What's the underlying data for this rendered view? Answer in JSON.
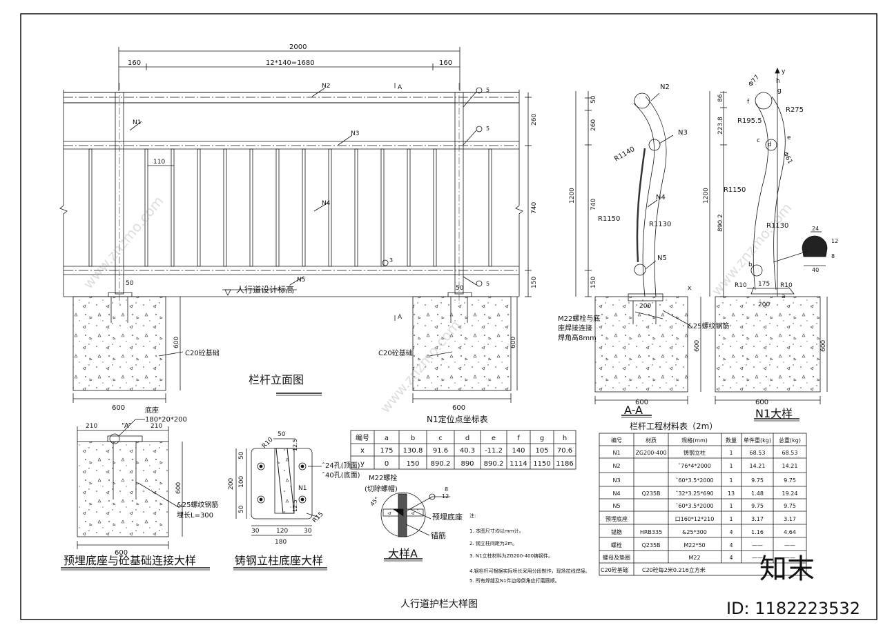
{
  "elevation": {
    "dims": {
      "total": "2000",
      "end_left": "160",
      "middle": "12*140=1680",
      "end_right": "160",
      "h260": "260",
      "h740": "740",
      "h150": "150",
      "spacing": "110",
      "post_w": "50",
      "base_h": "600",
      "base_w": "600"
    },
    "labels": {
      "n1": "N1",
      "n2": "N2",
      "n3": "N3",
      "n4": "N4",
      "n5": "N5",
      "design_level": "人行道设计标高",
      "concrete": "C20砼基础",
      "section": "A",
      "weld": "5",
      "weld3": "3"
    },
    "title": "栏杆立面图"
  },
  "section_aa": {
    "labels": {
      "n2": "N2",
      "n3": "N3",
      "n4": "N4",
      "n5": "N5",
      "r1140": "R1140",
      "r1150": "R1150",
      "r1130": "R1130"
    },
    "dims": {
      "d50": "50",
      "d260": "260",
      "d740": "740",
      "d150": "150",
      "d1200": "1200",
      "w200": "200",
      "w600": "600"
    },
    "notes": {
      "bolt1": "M22螺栓与底",
      "bolt2": "座焊接连接",
      "bolt3": "焊角高8mm",
      "rebar": "&25螺纹钢筋"
    },
    "title": "A-A"
  },
  "detail_n1": {
    "labels": {
      "y": "y",
      "x": "x",
      "a": "a",
      "b": "b",
      "c": "c",
      "d": "d",
      "e": "e",
      "f": "f",
      "g": "g",
      "h": "h",
      "r275": "R275",
      "r1955": "R195.5",
      "r1150": "R1150",
      "r1130": "R1130",
      "r10a": "R10",
      "r10b": "R10",
      "phi77": "Φ77",
      "phi61": "Φ61"
    },
    "dims": {
      "d86": "86",
      "d2238": "223.8",
      "d8902": "890.2",
      "d1200": "1200",
      "w175": "175",
      "w200": "200",
      "w600": "600",
      "d24": "24",
      "d12": "12",
      "d40": "40",
      "d8": "8"
    },
    "title": "N1大样"
  },
  "embed_detail": {
    "labels": {
      "base": "底座",
      "base_size": "180*20*200",
      "a_mark": "“A”",
      "rebar": "&25螺纹钢筋",
      "rebar_len": "埋长L=300"
    },
    "dims": {
      "d210a": "210",
      "d210b": "210",
      "d600h": "600",
      "d600w": "600"
    },
    "title": "预埋底座与砼基础连接大样"
  },
  "cast_detail": {
    "labels": {
      "r10": "R10",
      "r15": "R15",
      "n1": "N1",
      "hole_top": "ˆ24孔(顶面)",
      "hole_bottom": "ˆ40孔(底面)"
    },
    "dims": {
      "w50": "50",
      "h50a": "50",
      "h100": "100",
      "h50b": "50",
      "h200": "200",
      "w30a": "30",
      "w120": "120",
      "w30b": "30",
      "w180": "180",
      "t125a": "12.5",
      "t125b": "12.5"
    },
    "title": "铸钢立柱底座大样"
  },
  "detail_a": {
    "labels": {
      "bolt": "M22螺栓",
      "cut": "(切除螺帽)",
      "embed": "预埋底座",
      "anchor": "锚筋",
      "deg": "45°",
      "w8": "8",
      "w12": "12"
    },
    "title": "大样A"
  },
  "coord_table": {
    "title": "N1定位点坐标表",
    "header": [
      "编号",
      "a",
      "b",
      "c",
      "d",
      "e",
      "f",
      "g",
      "h"
    ],
    "rows": [
      [
        "x",
        "175",
        "130.8",
        "91.6",
        "40.3",
        "-11.2",
        "140",
        "105",
        "70.6"
      ],
      [
        "y",
        "0",
        "150",
        "890.2",
        "890",
        "890.2",
        "1114",
        "1150",
        "1186"
      ]
    ]
  },
  "notes": {
    "head": "注:",
    "items": [
      "1. 本图尺寸均以mm计。",
      "2. 钢立柱间距为2m。",
      "3. N1立柱材料为ZG200-400铸钢件。",
      "4.钢栏杆可根据实际桥长采用分段制作，现场拉线焊接。",
      "5. 所有焊缝及N1件边缘倒角应打磨圆顺。"
    ]
  },
  "materials": {
    "title": "栏杆工程材料表（2m）",
    "header": [
      "编号",
      "材质",
      "规格(mm)",
      "数量",
      "单件重(kg)",
      "总重(kg)"
    ],
    "rows": [
      {
        "id": "N1",
        "mat": "ZG200-400",
        "spec": "铸钢立柱",
        "qty": "1",
        "unit": "68.53",
        "total": "68.53"
      },
      {
        "id": "N2",
        "mat": "",
        "spec": "ˆ76*4*2000",
        "qty": "1",
        "unit": "14.21",
        "total": "14.21"
      },
      {
        "id": "N3",
        "mat": "",
        "spec": "ˆ60*3.5*2000",
        "qty": "1",
        "unit": "9.75",
        "total": "9.75"
      },
      {
        "id": "N4",
        "mat": "Q235B",
        "spec": "ˆ32*3.25*690",
        "qty": "13",
        "unit": "1.48",
        "total": "19.24"
      },
      {
        "id": "N5",
        "mat": "",
        "spec": "ˆ60*3.5*2000",
        "qty": "1",
        "unit": "9.75",
        "total": "9.75"
      },
      {
        "id": "预埋底座",
        "mat": "",
        "spec": "口160*12*210",
        "qty": "1",
        "unit": "3.17",
        "total": "3.17"
      },
      {
        "id": "锚筋",
        "mat": "HRB335",
        "spec": "&25*300",
        "qty": "4",
        "unit": "1.16",
        "total": "4.64"
      },
      {
        "id": "螺栓",
        "mat": "Q235B",
        "spec": "M22*50",
        "qty": "4",
        "unit": "——",
        "total": "——"
      },
      {
        "id": "螺母及垫圈",
        "mat": "",
        "spec": "M22",
        "qty": "4",
        "unit": "——",
        "total": "——"
      }
    ],
    "last_row": {
      "id": "C20砼基础",
      "spec": "C20砼每2米0.216立方米"
    }
  },
  "sheet_title": "人行道护栏大样图",
  "watermark": {
    "brand": "知末",
    "id": "ID: 1182223532",
    "site": "www.znzmo.com"
  }
}
